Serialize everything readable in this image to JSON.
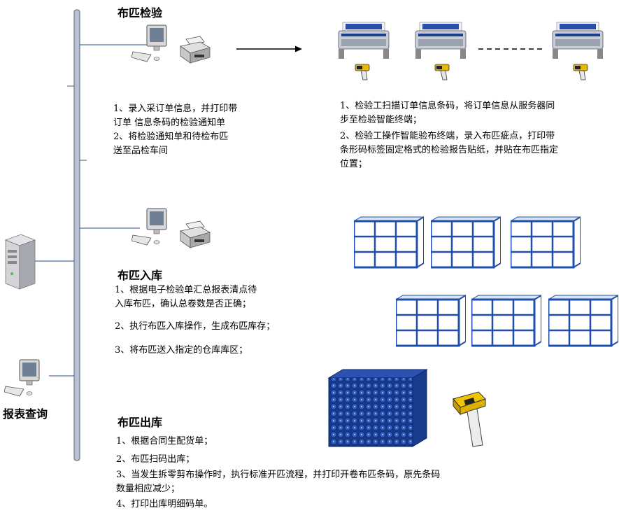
{
  "sections": {
    "inspection": {
      "title": "布匹检验",
      "office_steps": [
        "1、录入采订单信息，并打印带",
        "订单    信息条码的检验通知单",
        " 2、将检验通知单和待检布匹",
        "送至品检车间"
      ],
      "workshop_steps": [
        "1、检验工扫描订单信息条码，将订单信息从服务器同",
        "步至检验智能终端；",
        " 2、检验工操作智能验布终端，录入布匹疵点，打印带",
        "条形码标签固定格式的检验报告贴纸，并贴在布匹指定",
        "位置；"
      ]
    },
    "warehousing": {
      "title": "布匹入库",
      "steps": [
        "1、根据电子检验单汇总报表清点待",
        "入库布匹，确认总卷数是否正确；",
        "2、执行布匹入库操作，生成布匹库存；",
        "3、将布匹送入指定的仓库库区；"
      ]
    },
    "report": {
      "title": "报表查询"
    },
    "outbound": {
      "title": "布匹出库",
      "steps": [
        "1、根据合同生配货单；",
        "2、布匹扫码出库；",
        "3、当发生拆零剪布操作时，执行标准开匹流程，并打印开卷布匹条码，原先条码",
        "数量相应减少；",
        "4、打印出库明细码单。"
      ]
    }
  },
  "colors": {
    "bus": "#a8b4c8",
    "rack_frame": "#1f4fa8",
    "fabric": "#1c3f9a"
  }
}
